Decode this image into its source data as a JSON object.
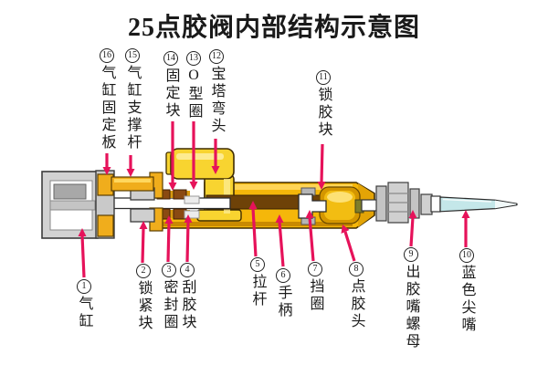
{
  "title": "25点胶阀内部结构示意图",
  "colors": {
    "arrow": "#e6125a",
    "body_gold": "#f5b70a",
    "elbow_yellow": "#f8d430",
    "metal_gray": "#d0d0d0",
    "seal_brown": "#8a4a12",
    "channel_brown": "#6e4208",
    "nozzle_cyan": "#c4e7e9"
  },
  "labels": {
    "top": [
      {
        "num": "16",
        "text": "气缸固定板"
      },
      {
        "num": "15",
        "text": "气缸支撑杆"
      },
      {
        "num": "14",
        "text": "固定块"
      },
      {
        "num": "13",
        "text": "O型圈"
      },
      {
        "num": "12",
        "text": "宝塔弯头"
      },
      {
        "num": "11",
        "text": "锁胶块"
      }
    ],
    "bottom": [
      {
        "num": "1",
        "text": "气缸"
      },
      {
        "num": "2",
        "text": "锁紧块"
      },
      {
        "num": "3",
        "text": "密封圈"
      },
      {
        "num": "4",
        "text": "刮胶块"
      },
      {
        "num": "5",
        "text": "拉杆"
      },
      {
        "num": "6",
        "text": "手柄"
      },
      {
        "num": "7",
        "text": "挡圈"
      },
      {
        "num": "8",
        "text": "点胶头"
      },
      {
        "num": "9",
        "text": "出胶嘴螺母"
      },
      {
        "num": "10",
        "text": "蓝色尖嘴"
      }
    ]
  }
}
